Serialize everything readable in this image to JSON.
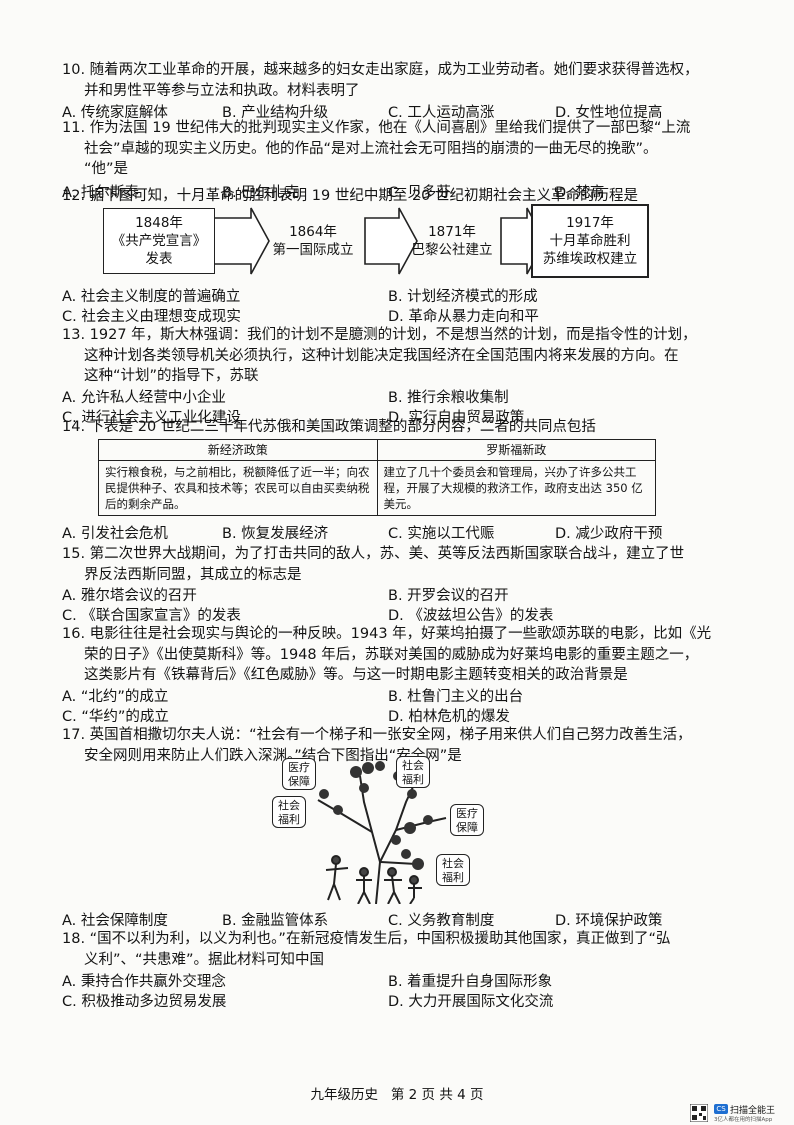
{
  "q10": {
    "line1": "10. 随着两次工业革命的开展，越来越多的妇女走出家庭，成为工业劳动者。她们要求获得普选权，",
    "line2": "并和男性平等参与立法和执政。材料表明了",
    "options": [
      "A. 传统家庭解体",
      "B. 产业结构升级",
      "C. 工人运动高涨",
      "D. 女性地位提高"
    ]
  },
  "q11": {
    "line1": "11. 作为法国 19 世纪伟大的批判现实主义作家，他在《人间喜剧》里给我们提供了一部巴黎“上流",
    "line2": "社会”卓越的现实主义历史。他的作品“是对上流社会无可阻挡的崩溃的一曲无尽的挽歌”。",
    "line3": "“他”是",
    "options": [
      "A. 托尔斯泰",
      "B. 巴尔扎克",
      "C. 贝多芬",
      "D. 梵高"
    ]
  },
  "q12": {
    "line1": "12. 据下图可知，十月革命的胜利表明 19 世纪中期至 20 世纪初期社会主义革命的历程是",
    "timeline": [
      {
        "l1": "1848年",
        "l2": "《共产党宣言》",
        "l3": "发表"
      },
      {
        "l1": "1864年",
        "l2": "第一国际成立",
        "l3": ""
      },
      {
        "l1": "1871年",
        "l2": "巴黎公社建立",
        "l3": ""
      },
      {
        "l1": "1917年",
        "l2": "十月革命胜利",
        "l3": "苏维埃政权建立"
      }
    ],
    "options": [
      "A. 社会主义制度的普遍确立",
      "B. 计划经济模式的形成",
      "C. 社会主义由理想变成现实",
      "D. 革命从暴力走向和平"
    ]
  },
  "q13": {
    "line1": "13. 1927 年，斯大林强调：我们的计划不是臆测的计划，不是想当然的计划，而是指令性的计划，",
    "line2": "这种计划各类领导机关必须执行，这种计划能决定我国经济在全国范围内将来发展的方向。在",
    "line3": "这种“计划”的指导下，苏联",
    "options": [
      "A. 允许私人经营中小企业",
      "B. 推行余粮收集制",
      "C. 进行社会主义工业化建设",
      "D. 实行自由贸易政策"
    ]
  },
  "q14": {
    "line1": "14. 下表是 20 世纪二三十年代苏俄和美国政策调整的部分内容，二者的共同点包括",
    "headers": [
      "新经济政策",
      "罗斯福新政"
    ],
    "cells": [
      "实行粮食税，与之前相比，税额降低了近一半；向农民提供种子、农具和技术等；农民可以自由买卖纳税后的剩余产品。",
      "建立了几十个委员会和管理局，兴办了许多公共工程，开展了大规模的救济工作，政府支出达 350 亿美元。"
    ],
    "options": [
      "A. 引发社会危机",
      "B. 恢复发展经济",
      "C. 实施以工代赈",
      "D. 减少政府干预"
    ]
  },
  "q15": {
    "line1": "15. 第二次世界大战期间，为了打击共同的敌人，苏、美、英等反法西斯国家联合战斗，建立了世",
    "line2": "界反法西斯同盟，其成立的标志是",
    "options": [
      "A. 雅尔塔会议的召开",
      "B. 开罗会议的召开",
      "C. 《联合国家宣言》的发表",
      "D. 《波兹坦公告》的发表"
    ]
  },
  "q16": {
    "line1": "16. 电影往往是社会现实与舆论的一种反映。1943 年，好莱坞拍摄了一些歌颂苏联的电影，比如《光",
    "line2": "荣的日子》《出使莫斯科》等。1948 年后，苏联对美国的威胁成为好莱坞电影的重要主题之一，",
    "line3": "这类影片有《铁幕背后》《红色威胁》等。与这一时期电影主题转变相关的政治背景是",
    "options": [
      "A. “北约”的成立",
      "B. 杜鲁门主义的出台",
      "C. “华约”的成立",
      "D. 柏林危机的爆发"
    ]
  },
  "q17": {
    "line1": "17. 英国首相撒切尔夫人说：“社会有一个梯子和一张安全网，梯子用来供人们自己努力改善生活，",
    "line2": "安全网则用来防止人们跌入深渊。”结合下图指出“安全网”是",
    "tree_labels": [
      {
        "t1": "医疗",
        "t2": "保障"
      },
      {
        "t1": "社会",
        "t2": "福利"
      },
      {
        "t1": "社会",
        "t2": "福利"
      },
      {
        "t1": "医疗",
        "t2": "保障"
      },
      {
        "t1": "社会",
        "t2": "福利"
      }
    ],
    "options": [
      "A. 社会保障制度",
      "B. 金融监管体系",
      "C. 义务教育制度",
      "D. 环境保护政策"
    ]
  },
  "q18": {
    "line1": "18. “国不以利为利，以义为利也。”在新冠疫情发生后，中国积极援助其他国家，真正做到了“弘",
    "line2": "义利”、“共患难”。据此材料可知中国",
    "options": [
      "A. 秉持合作共赢外交理念",
      "B. 着重提升自身国际形象",
      "C. 积极推动多边贸易发展",
      "D. 大力开展国际文化交流"
    ]
  },
  "footer": "九年级历史   第 2 页 共 4 页",
  "stamp": {
    "brand": "扫描全能王",
    "sub": "3亿人都在用的扫描App"
  }
}
